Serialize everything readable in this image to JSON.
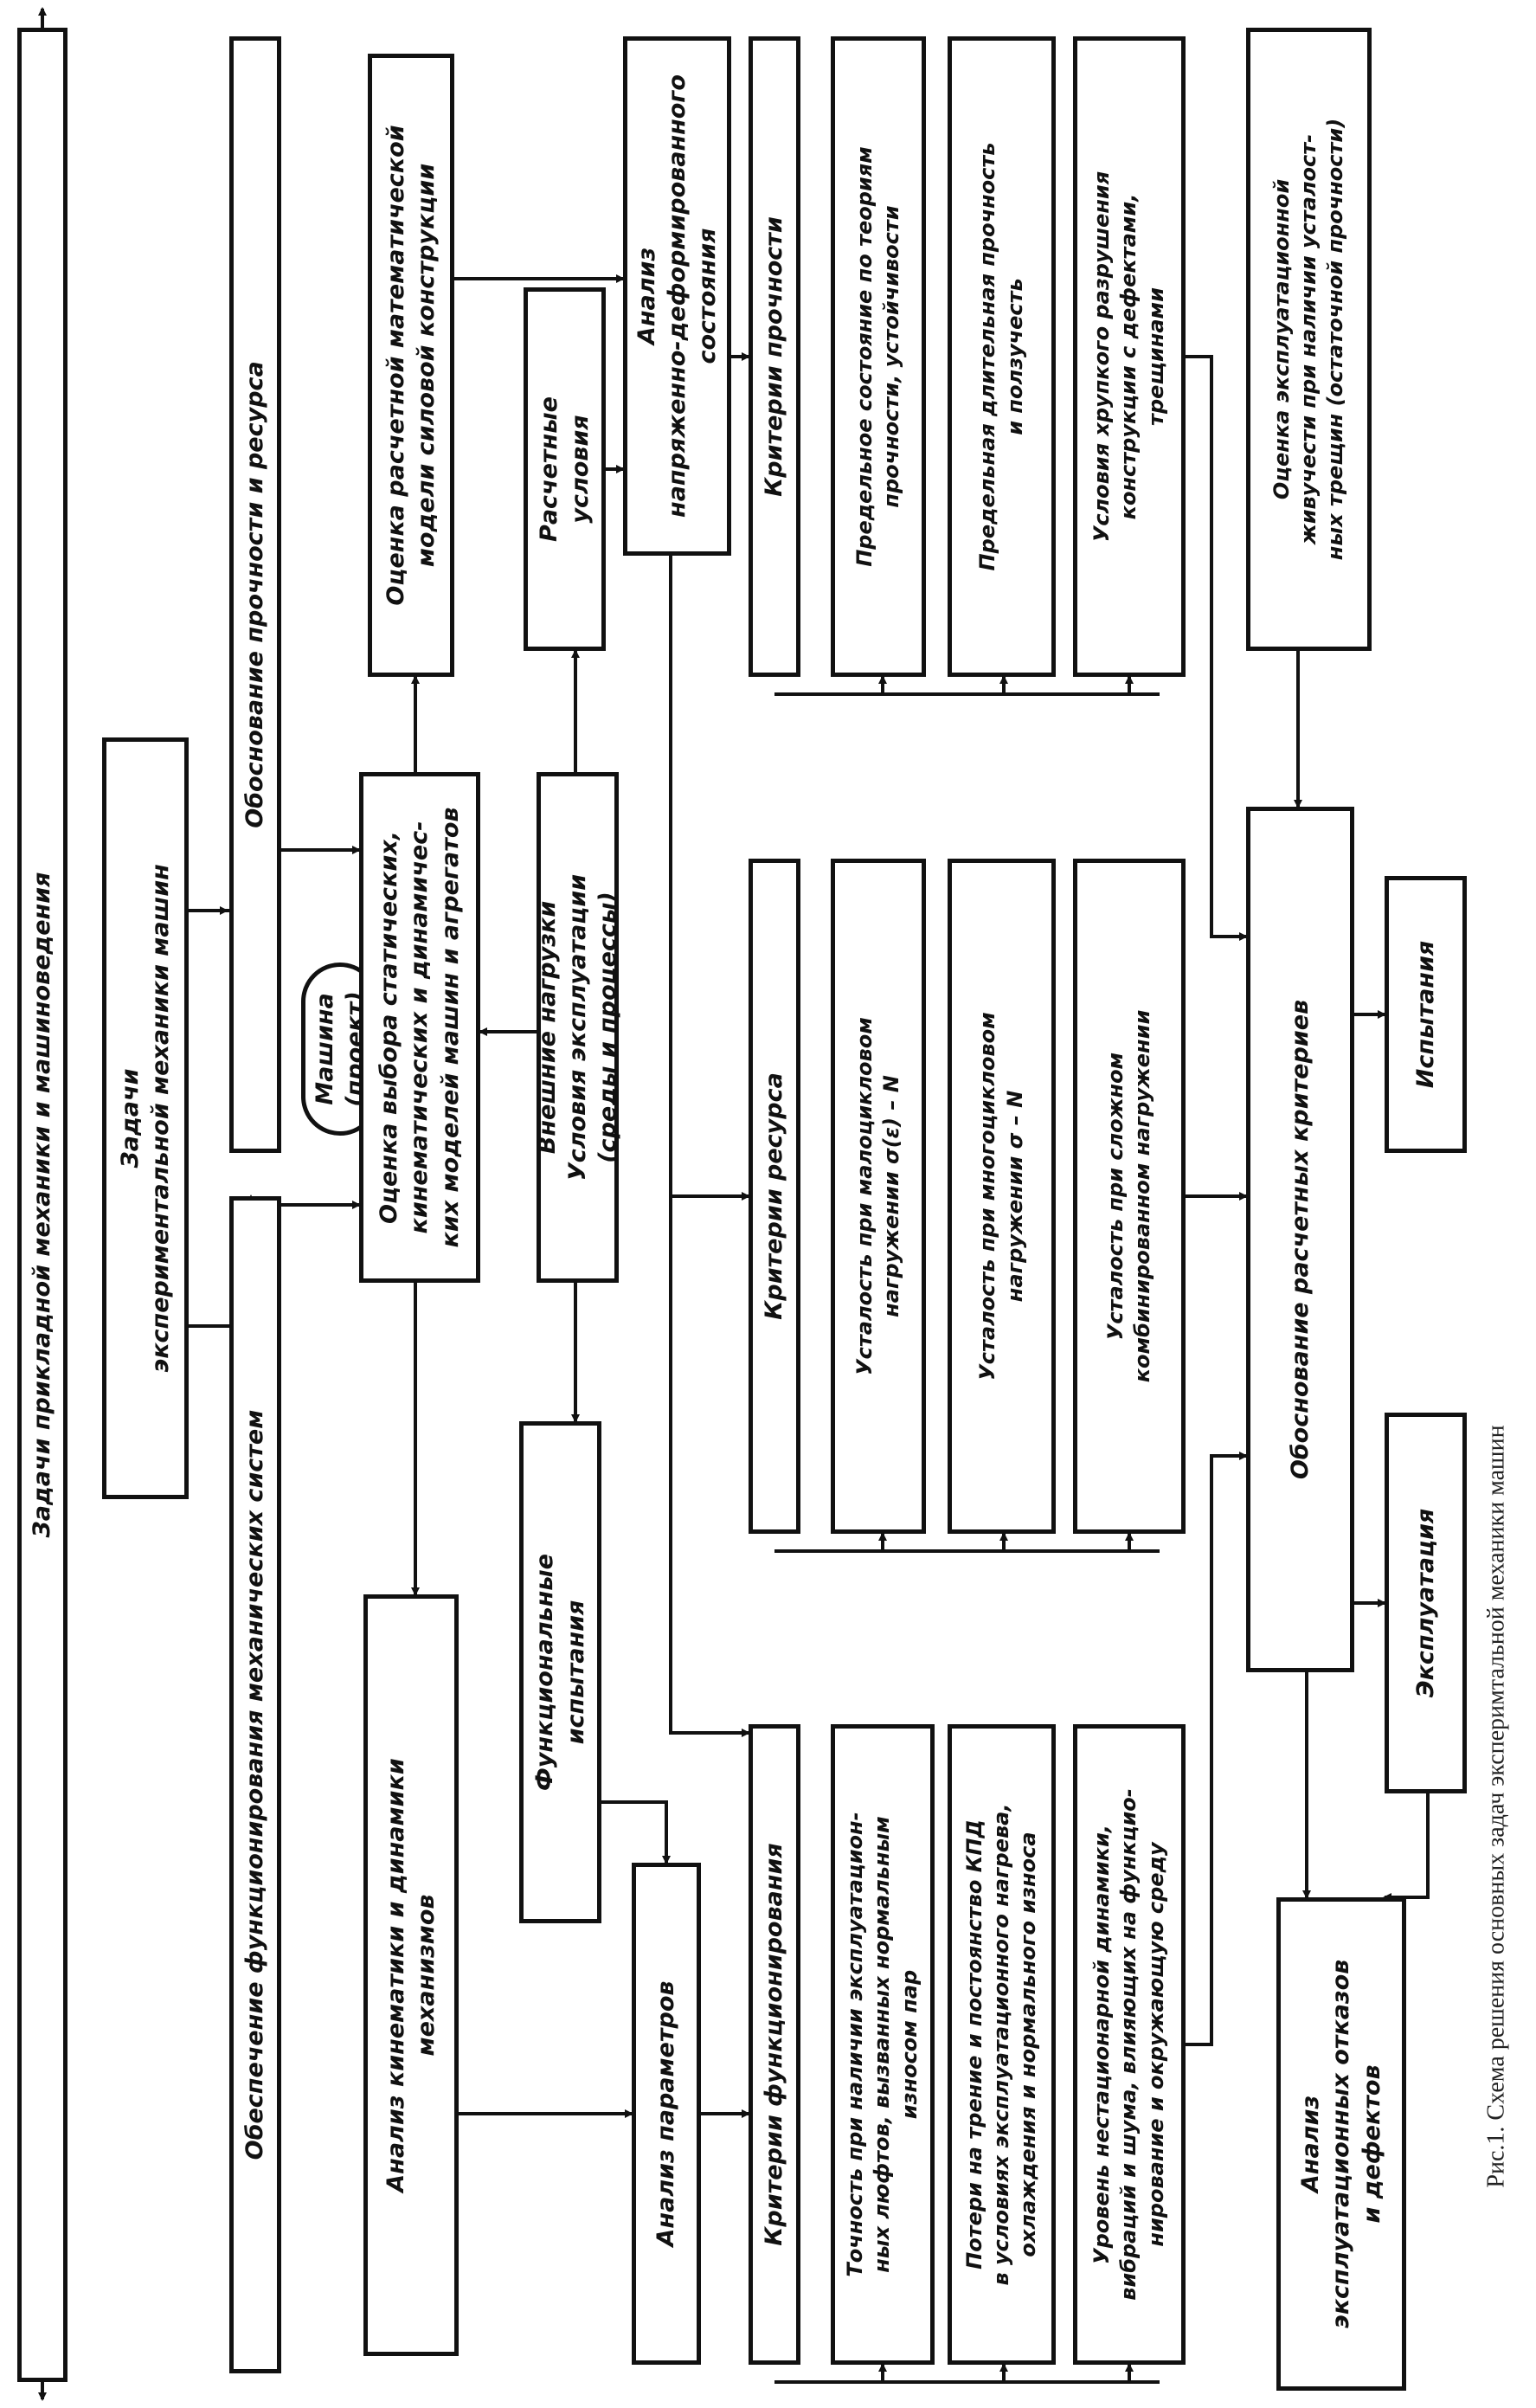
{
  "diagram": {
    "top": "Задачи  прикладной механики и машиноведения",
    "tasks": "Задачи\nэкспериментальной механики машин",
    "func_support": "Обеспечение функционирования механических    систем",
    "strength_support": "Обоснование  прочности  и  ресурса",
    "machine": "Машина\n(проект)",
    "model_choice": "Оценка выбора статических,\nкинематических и динамичес-\nких моделей машин и агрегатов",
    "kinematics": "Анализ кинематики и динамики\nмеханизмов",
    "calc_model": "Оценка расчетной математической\nмодели силовой конструкции",
    "loads": "Внешние нагрузки\nУсловия эксплуатации\n(среды и процессы)",
    "func_tests": "Функциональные\nиспытания",
    "calc_conditions": "Расчетные\nусловия",
    "stress_analysis": "Анализ\nнапряженно-деформированного\nсостояния",
    "params": "Анализ   параметров",
    "crit_func": "Критерии  функционирования",
    "crit_resource": "Критерии   ресурса",
    "crit_strength": "Критерии   прочности",
    "func_items": [
      "Точность при наличии эксплуатацион-\nных люфтов, вызванных нормальным\nизносом пар",
      "Потери на трение и постоянство КПД\nв условиях эксплуатационного нагрева,\nохлаждения и нормального износа",
      "Уровень нестационарной динамики,\nвибраций и шума, влияющих на функцио-\nнирование и окружающую среду"
    ],
    "resource_items": [
      "Усталость при малоцикловом\nнагружении  σ(ε) – N",
      "Усталость при многоцикловом\nнагружении  σ – N",
      "Усталость при сложном\nкомбинированном нагружении"
    ],
    "strength_items": [
      "Предельное состояние по теориям\nпрочности, устойчивости",
      "Предельная длительная прочность\nи ползучесть",
      "Условия хрупкого разрушения\nконструкции с дефектами,\nтрещинами"
    ],
    "survivability": "Оценка эксплуатационной\nживучести при наличии усталост-\nных трещин (остаточной прочности)",
    "justification": "Обоснование  расчетных  критериев",
    "failures": "Анализ\nэксплуатационных отказов\nи дефектов",
    "operation": "Эксплуатация",
    "tests": "Испытания"
  },
  "caption": "Рис.1. Схема решения основных задач эксперимтальной механики машин"
}
